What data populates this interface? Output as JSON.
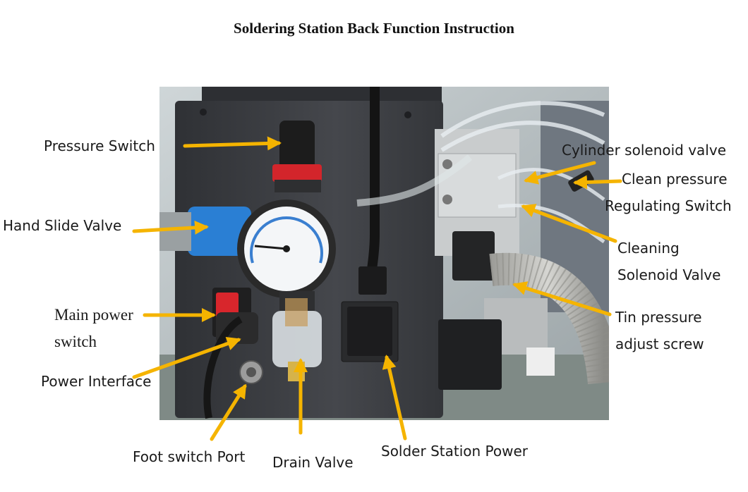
{
  "title": "Soldering Station Back Function Instruction",
  "labels": {
    "pressure_switch": "Pressure Switch",
    "hand_slide_valve": "Hand Slide Valve",
    "main_power_1": "Main power",
    "main_power_2": "switch",
    "power_interface": "Power Interface",
    "foot_switch_port": "Foot switch Port",
    "drain_valve": "Drain Valve",
    "solder_station_power": "Solder Station Power",
    "cylinder_solenoid_valve": "Cylinder solenoid valve",
    "clean_pressure_1": "Clean pressure",
    "clean_pressure_2": "Regulating Switch",
    "cleaning_solenoid_1": "Cleaning",
    "cleaning_solenoid_2": "Solenoid Valve",
    "tin_pressure_1": "Tin pressure",
    "tin_pressure_2": "adjust screw"
  },
  "colors": {
    "arrow": "#f5b400",
    "panel": "#3b3d41",
    "regulator_blue": "#2a7fd4",
    "switch_red": "#d8262c",
    "regulator_red": "#d3252b"
  }
}
